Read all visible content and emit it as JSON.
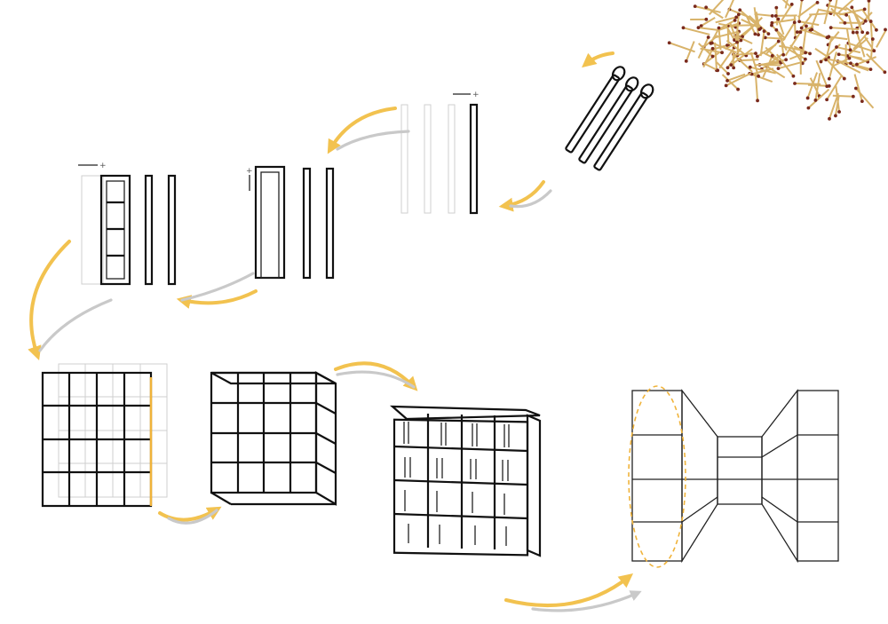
{
  "signs": {
    "plus": "+"
  },
  "colors": {
    "arrow_primary": "#f2c24f",
    "arrow_secondary": "#c9c9c9",
    "line": "#111111",
    "match_wood": "#d8b36a",
    "match_head": "#7a2a1c",
    "highlight": "#f0b33a"
  },
  "steps": [
    {
      "id": "matches-pile"
    },
    {
      "id": "matchsticks"
    },
    {
      "id": "stick-rows"
    },
    {
      "id": "ladder-frame"
    },
    {
      "id": "ladder-assembly"
    },
    {
      "id": "flat-grid"
    },
    {
      "id": "grid-cube"
    },
    {
      "id": "bookshelf"
    },
    {
      "id": "corridor"
    }
  ]
}
